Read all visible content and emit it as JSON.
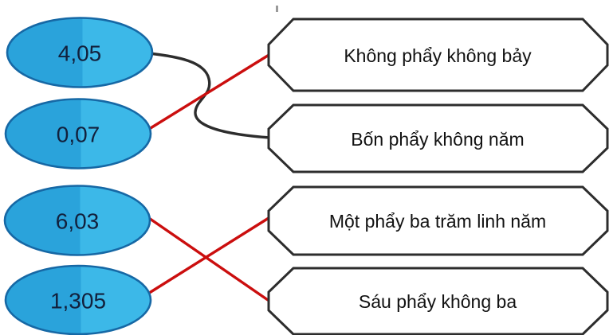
{
  "exercise": {
    "kind": "decimal-number-matching",
    "left_column": [
      {
        "value": "4,05"
      },
      {
        "value": "0,07"
      },
      {
        "value": "6,03"
      },
      {
        "value": "1,305"
      }
    ],
    "right_column": [
      {
        "label": "Không phẩy không bảy"
      },
      {
        "label": "Bốn phẩy không năm"
      },
      {
        "label": "Một phẩy ba trăm linh năm"
      },
      {
        "label": "Sáu phẩy không ba"
      }
    ],
    "connections": [
      {
        "from": "4,05",
        "to": "Bốn phẩy không năm",
        "line_color": "#2d2d2d",
        "line_style": "curved"
      },
      {
        "from": "0,07",
        "to": "Không phẩy không bảy",
        "line_color": "#cb0e0e",
        "line_style": "straight"
      },
      {
        "from": "6,03",
        "to": "Sáu phẩy không ba",
        "line_color": "#cb0e0e",
        "line_style": "straight"
      },
      {
        "from": "1,305",
        "to": "Một phẩy ba trăm linh năm",
        "line_color": "#cb0e0e",
        "line_style": "straight"
      }
    ],
    "colors": {
      "oval_fill_left": "#2aa3db",
      "oval_fill_right": "#3cb8e8",
      "oval_border": "#1668a5",
      "oval_text": "#12203c",
      "box_fill": "#ffffff",
      "box_border": "#2d2d2d",
      "box_text": "#121212",
      "connector_red": "#cb0e0e",
      "connector_black": "#2d2d2d",
      "background": "#ffffff"
    }
  }
}
